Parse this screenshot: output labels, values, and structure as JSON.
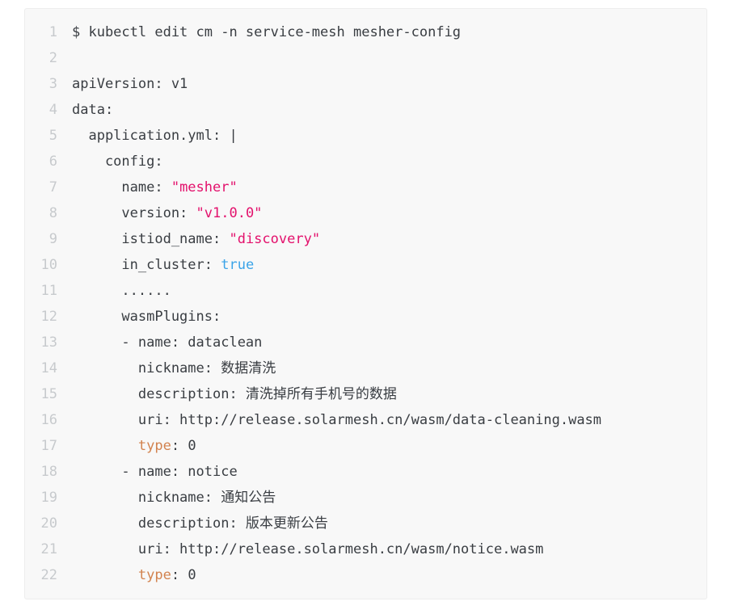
{
  "code_block": {
    "background": "#f8f8f8",
    "colors": {
      "plain": "#393d42",
      "string": "#e3116c",
      "boolean": "#3aa3e8",
      "keyword": "#d2824e",
      "line_number": "#c7cacd"
    },
    "lines": [
      {
        "number": "1",
        "segments": [
          {
            "style": "plain",
            "text": "$ kubectl edit cm -n service-mesh mesher-config"
          }
        ]
      },
      {
        "number": "2",
        "segments": []
      },
      {
        "number": "3",
        "segments": [
          {
            "style": "plain",
            "text": "apiVersion: v1"
          }
        ]
      },
      {
        "number": "4",
        "segments": [
          {
            "style": "plain",
            "text": "data:"
          }
        ]
      },
      {
        "number": "5",
        "segments": [
          {
            "style": "plain",
            "text": "  application.yml: |"
          }
        ]
      },
      {
        "number": "6",
        "segments": [
          {
            "style": "plain",
            "text": "    config:"
          }
        ]
      },
      {
        "number": "7",
        "segments": [
          {
            "style": "plain",
            "text": "      name: "
          },
          {
            "style": "string",
            "text": "\"mesher\""
          }
        ]
      },
      {
        "number": "8",
        "segments": [
          {
            "style": "plain",
            "text": "      version: "
          },
          {
            "style": "string",
            "text": "\"v1.0.0\""
          }
        ]
      },
      {
        "number": "9",
        "segments": [
          {
            "style": "plain",
            "text": "      istiod_name: "
          },
          {
            "style": "string",
            "text": "\"discovery\""
          }
        ]
      },
      {
        "number": "10",
        "segments": [
          {
            "style": "plain",
            "text": "      in_cluster: "
          },
          {
            "style": "boolean",
            "text": "true"
          }
        ]
      },
      {
        "number": "11",
        "segments": [
          {
            "style": "plain",
            "text": "      ......"
          }
        ]
      },
      {
        "number": "12",
        "segments": [
          {
            "style": "plain",
            "text": "      wasmPlugins:"
          }
        ]
      },
      {
        "number": "13",
        "segments": [
          {
            "style": "plain",
            "text": "      - name: dataclean"
          }
        ]
      },
      {
        "number": "14",
        "segments": [
          {
            "style": "plain",
            "text": "        nickname: 数据清洗"
          }
        ]
      },
      {
        "number": "15",
        "segments": [
          {
            "style": "plain",
            "text": "        description: 清洗掉所有手机号的数据"
          }
        ]
      },
      {
        "number": "16",
        "segments": [
          {
            "style": "plain",
            "text": "        uri: http://release.solarmesh.cn/wasm/data-cleaning.wasm"
          }
        ]
      },
      {
        "number": "17",
        "segments": [
          {
            "style": "plain",
            "text": "        "
          },
          {
            "style": "keyword",
            "text": "type"
          },
          {
            "style": "plain",
            "text": ": 0"
          }
        ]
      },
      {
        "number": "18",
        "segments": [
          {
            "style": "plain",
            "text": "      - name: notice"
          }
        ]
      },
      {
        "number": "19",
        "segments": [
          {
            "style": "plain",
            "text": "        nickname: 通知公告"
          }
        ]
      },
      {
        "number": "20",
        "segments": [
          {
            "style": "plain",
            "text": "        description: 版本更新公告"
          }
        ]
      },
      {
        "number": "21",
        "segments": [
          {
            "style": "plain",
            "text": "        uri: http://release.solarmesh.cn/wasm/notice.wasm"
          }
        ]
      },
      {
        "number": "22",
        "segments": [
          {
            "style": "plain",
            "text": "        "
          },
          {
            "style": "keyword",
            "text": "type"
          },
          {
            "style": "plain",
            "text": ": 0"
          }
        ]
      }
    ]
  }
}
